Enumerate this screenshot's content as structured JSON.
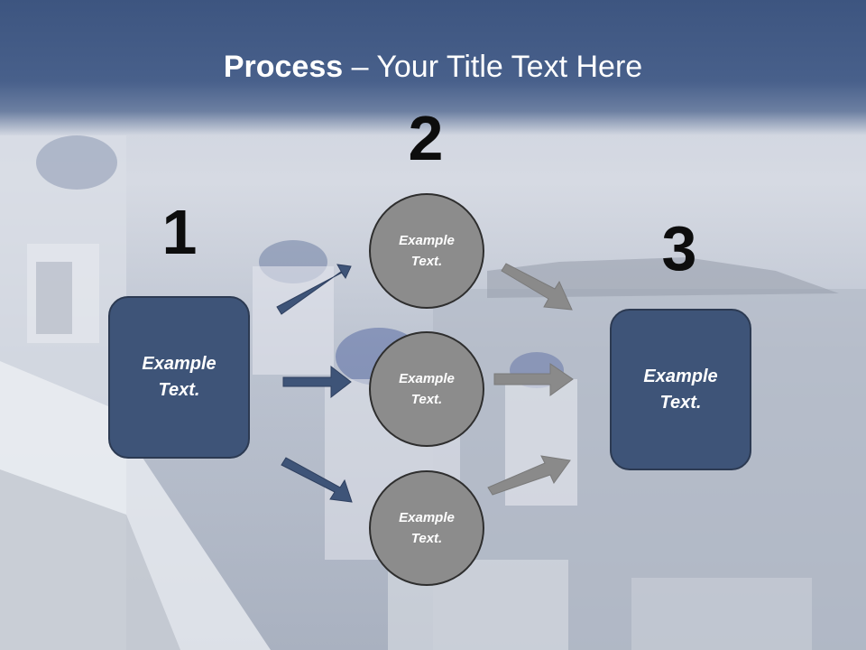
{
  "title": {
    "bold": "Process",
    "rest": " – Your Title Text Here"
  },
  "steps": {
    "one": "1",
    "two": "2",
    "three": "3"
  },
  "left_box": {
    "label": "Example Text."
  },
  "circles": [
    {
      "label": "Example Text."
    },
    {
      "label": "Example Text."
    },
    {
      "label": "Example Text."
    }
  ],
  "right_box": {
    "label": "Example Text."
  },
  "colors": {
    "title_band": "#48608b",
    "box_fill": "#3e5478",
    "circle_fill": "#8c8c8c",
    "arrow_dark": "#3e5478",
    "arrow_gray": "#8c8c8c"
  }
}
